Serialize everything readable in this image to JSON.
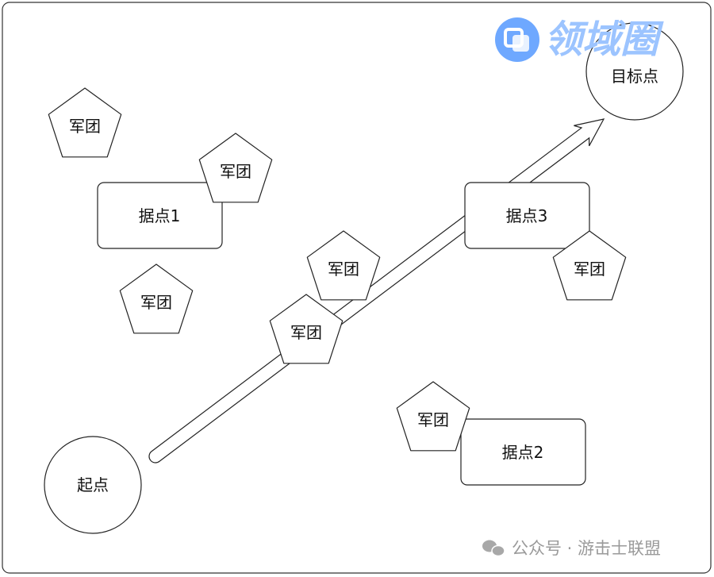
{
  "diagram": {
    "start": {
      "label": "起点"
    },
    "target": {
      "label": "目标点"
    },
    "strongholds": [
      {
        "label": "据点1"
      },
      {
        "label": "据点2"
      },
      {
        "label": "据点3"
      }
    ],
    "legions": [
      {
        "label": "军团"
      },
      {
        "label": "军团"
      },
      {
        "label": "军团"
      },
      {
        "label": "军团"
      },
      {
        "label": "军团"
      },
      {
        "label": "军团"
      },
      {
        "label": "军团"
      }
    ]
  },
  "logo": {
    "text": "领域圈",
    "color": "#6ea8ff"
  },
  "watermark": {
    "icon": "wechat-icon",
    "text": "公众号 · 游击士联盟"
  }
}
